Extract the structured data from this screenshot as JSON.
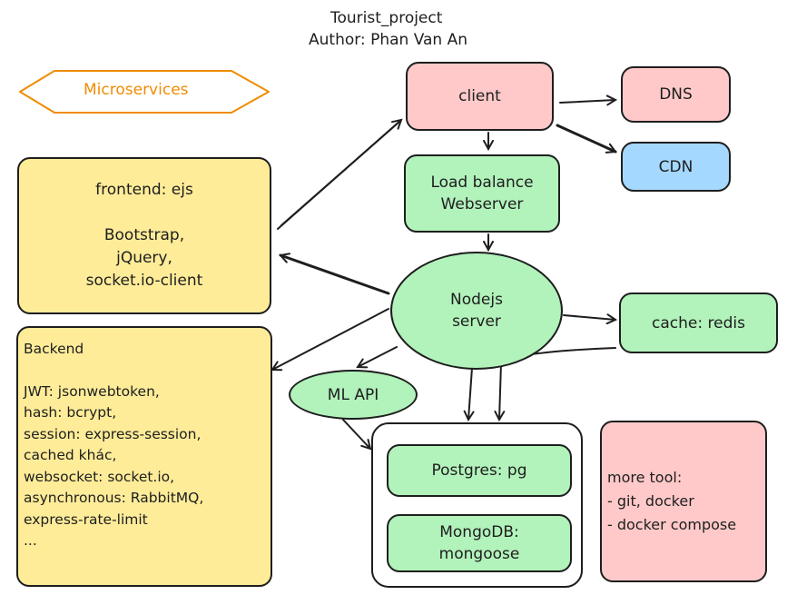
{
  "title": {
    "line1": "Tourist_project",
    "line2": "Author: Phan Van An"
  },
  "microservices_label": "Microservices",
  "client": "client",
  "dns": "DNS",
  "cdn": "CDN",
  "load_balancer": [
    "Load balance",
    "Webserver"
  ],
  "frontend": {
    "lines": [
      "frontend: ejs",
      "",
      "Bootstrap,",
      "jQuery,",
      "socket.io-client"
    ]
  },
  "nodejs": [
    "Nodejs",
    "server"
  ],
  "cache": "cache: redis",
  "ml_api": "ML API",
  "backend": {
    "lines": [
      "Backend",
      "",
      "JWT: jsonwebtoken,",
      "hash: bcrypt,",
      "session: express-session,",
      "cached khác,",
      "websocket: socket.io,",
      "asynchronous: RabbitMQ,",
      "express-rate-limit",
      "..."
    ]
  },
  "postgres": "Postgres: pg",
  "mongodb": [
    "MongoDB:",
    "mongoose"
  ],
  "more_tool": {
    "lines": [
      "more tool:",
      "- git, docker",
      "- docker compose"
    ]
  },
  "colors": {
    "pink": "#ffc9c9",
    "green": "#b2f2bb",
    "blue": "#a5d8ff",
    "yellow": "#ffec99",
    "orange": "#f08c00",
    "stroke": "#1e1e1e"
  }
}
